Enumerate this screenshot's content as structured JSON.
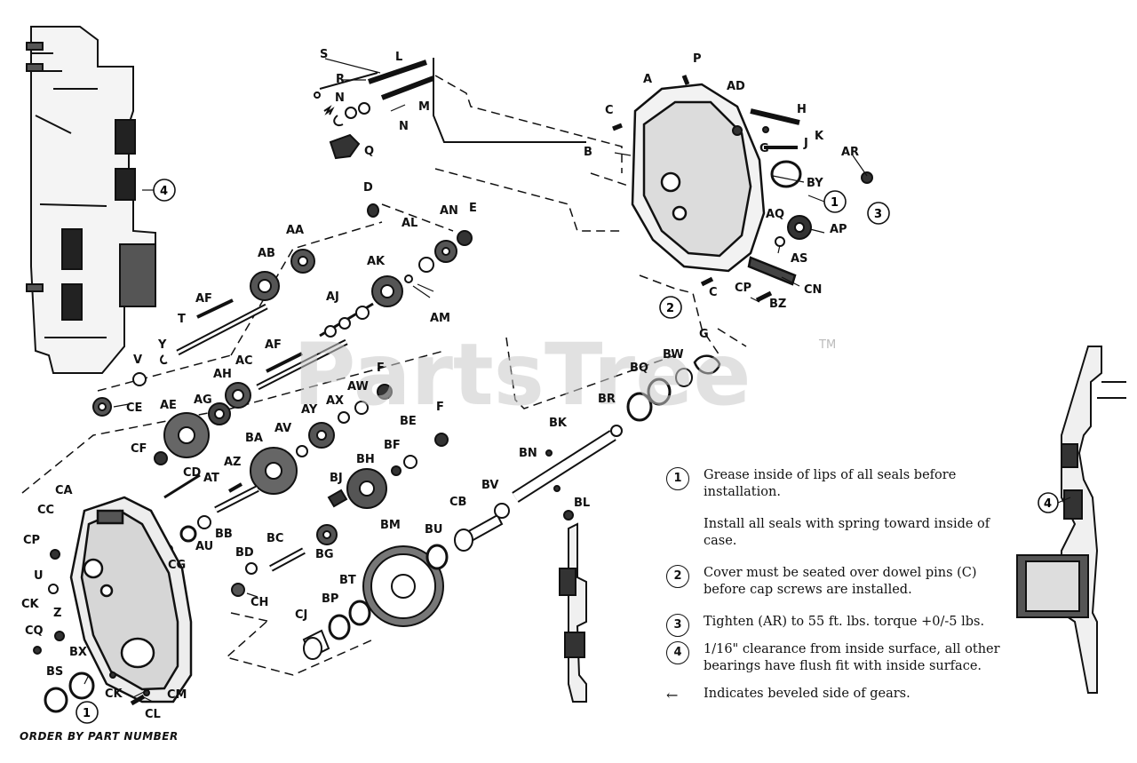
{
  "watermark": {
    "text": "PartsTree",
    "trademark": "TM"
  },
  "labels": {
    "S": "S",
    "R": "R",
    "L": "L",
    "N1": "N",
    "N2": "N",
    "M": "M",
    "Q": "Q",
    "D": "D",
    "A": "A",
    "P": "P",
    "AD": "AD",
    "H": "H",
    "C1": "C",
    "B": "B",
    "G1": "G",
    "J": "J",
    "K": "K",
    "AR": "AR",
    "BY": "BY",
    "AQ": "AQ",
    "AP": "AP",
    "AS": "AS",
    "CN": "CN",
    "C2": "C",
    "CP1": "CP",
    "BZ": "BZ",
    "AA": "AA",
    "AB": "AB",
    "AL": "AL",
    "AN": "AN",
    "E": "E",
    "AK": "AK",
    "AM": "AM",
    "AJ": "AJ",
    "AF1": "AF",
    "T": "T",
    "AF2": "AF",
    "V": "V",
    "Y": "Y",
    "AH": "AH",
    "AC": "AC",
    "F1": "F",
    "AY": "AY",
    "AX": "AX",
    "AW": "AW",
    "CE": "CE",
    "AE": "AE",
    "AG": "AG",
    "BA": "BA",
    "AV": "AV",
    "BE": "BE",
    "F2": "F",
    "BF": "BF",
    "CF": "CF",
    "CD": "CD",
    "AT": "AT",
    "AZ": "AZ",
    "BH": "BH",
    "BJ": "BJ",
    "BK": "BK",
    "BN": "BN",
    "BR": "BR",
    "BQ": "BQ",
    "BW": "BW",
    "G2": "G",
    "CA": "CA",
    "CC": "CC",
    "CP2": "CP",
    "U": "U",
    "CK1": "CK",
    "Z": "Z",
    "CQ": "CQ",
    "BS": "BS",
    "BX": "BX",
    "CK2": "CK",
    "CL": "CL",
    "CM": "CM",
    "BB": "BB",
    "AU": "AU",
    "CG": "CG",
    "BD": "BD",
    "BC": "BC",
    "BG": "BG",
    "CH": "CH",
    "BM": "BM",
    "CB": "CB",
    "BV": "BV",
    "BL": "BL",
    "BU": "BU",
    "CJ": "CJ",
    "BP": "BP",
    "BT": "BT"
  },
  "callouts": {
    "c4a": "4",
    "c1a": "1",
    "c3": "3",
    "c2": "2",
    "c1b": "1",
    "c4b": "4"
  },
  "footer": "ORDER BY PART NUMBER",
  "notes": [
    {
      "marker": "1",
      "text": "Grease inside of lips of all seals before installation."
    },
    {
      "marker": "",
      "text": "Install all seals with spring toward inside of case."
    },
    {
      "marker": "2",
      "text": "Cover must be seated over dowel pins (C) before cap screws are installed."
    },
    {
      "marker": "3",
      "text": "Tighten (AR) to 55 ft. lbs. torque +0/-5 lbs."
    },
    {
      "marker": "4",
      "text": "1/16\" clearance from inside surface, all other bearings have flush fit with inside surface."
    },
    {
      "marker": "←",
      "text": "Indicates beveled side of gears."
    }
  ]
}
